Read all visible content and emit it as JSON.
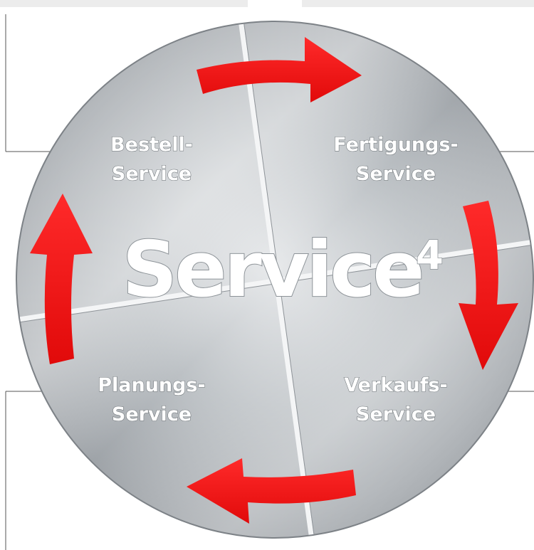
{
  "diagram": {
    "center_title": "Service",
    "center_superscript": "4",
    "quadrants": [
      {
        "id": "bestell",
        "line1": "Bestell-",
        "line2": "Service"
      },
      {
        "id": "fertigungs",
        "line1": "Fertigungs-",
        "line2": "Service"
      },
      {
        "id": "verkaufs",
        "line1": "Verkaufs-",
        "line2": "Service"
      },
      {
        "id": "planungs",
        "line1": "Planungs-",
        "line2": "Service"
      }
    ],
    "arrow_color": "#e10a0a",
    "disc_color": "#b6bbbf"
  }
}
